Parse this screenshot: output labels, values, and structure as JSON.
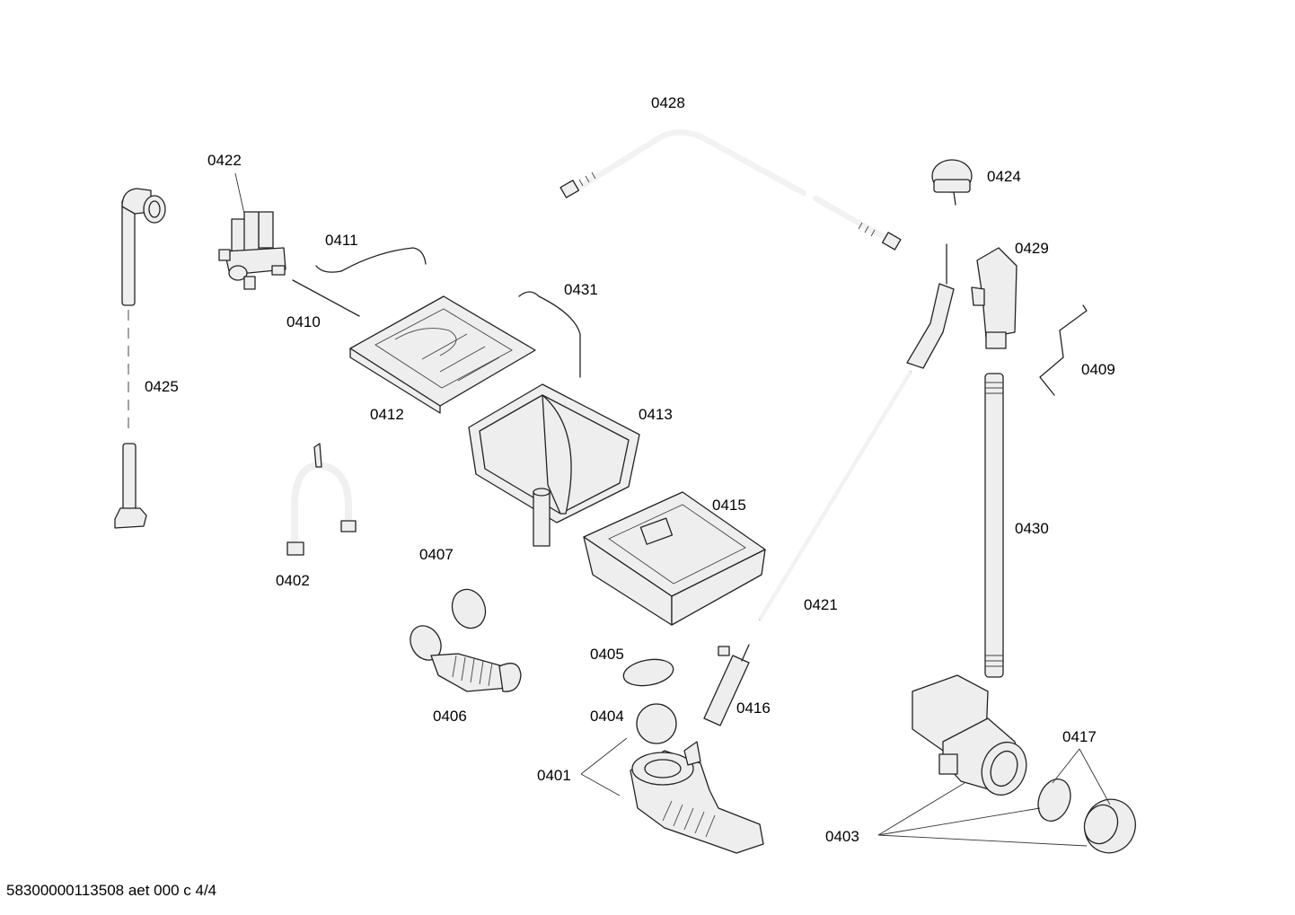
{
  "parts": [
    {
      "id": "p0401",
      "label": "0401"
    },
    {
      "id": "p0402",
      "label": "0402"
    },
    {
      "id": "p0403",
      "label": "0403"
    },
    {
      "id": "p0404",
      "label": "0404"
    },
    {
      "id": "p0405",
      "label": "0405"
    },
    {
      "id": "p0406",
      "label": "0406"
    },
    {
      "id": "p0407",
      "label": "0407"
    },
    {
      "id": "p0409",
      "label": "0409"
    },
    {
      "id": "p0410",
      "label": "0410"
    },
    {
      "id": "p0411",
      "label": "0411"
    },
    {
      "id": "p0412",
      "label": "0412"
    },
    {
      "id": "p0413",
      "label": "0413"
    },
    {
      "id": "p0415",
      "label": "0415"
    },
    {
      "id": "p0416",
      "label": "0416"
    },
    {
      "id": "p0417",
      "label": "0417"
    },
    {
      "id": "p0421",
      "label": "0421"
    },
    {
      "id": "p0422",
      "label": "0422"
    },
    {
      "id": "p0424",
      "label": "0424"
    },
    {
      "id": "p0425",
      "label": "0425"
    },
    {
      "id": "p0428",
      "label": "0428"
    },
    {
      "id": "p0429",
      "label": "0429"
    },
    {
      "id": "p0430",
      "label": "0430"
    },
    {
      "id": "p0431",
      "label": "0431"
    }
  ],
  "footer": "58300000113508 aet 000 c 4/4"
}
